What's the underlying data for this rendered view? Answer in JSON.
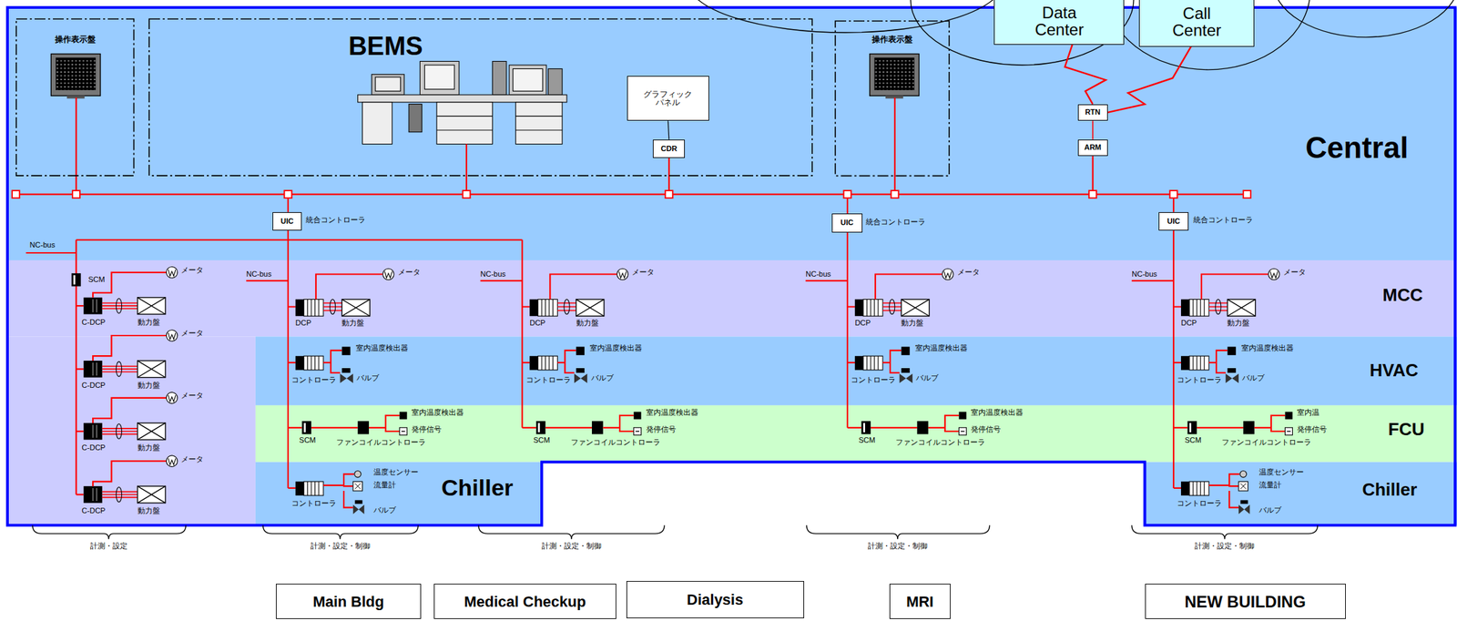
{
  "diagram": {
    "nodes": [
      {
        "text": [
          "Central"
        ]
      },
      {
        "text": [
          "MCC"
        ]
      },
      {
        "text": [
          "HVAC"
        ]
      },
      {
        "text": [
          "FCU"
        ]
      },
      {
        "text": [
          "Chiller"
        ]
      },
      {
        "text": [
          "Chiller"
        ]
      },
      {
        "text": [
          "操作表示盤"
        ],
        "in": 0
      },
      {
        "text": [
          "BEMS"
        ],
        "in": 0
      },
      {
        "text": [
          "グラフィック パネル"
        ],
        "in": 7
      },
      {
        "text": [
          "CDR"
        ],
        "in": 7
      },
      {
        "text": [
          "操作表示盤"
        ],
        "in": 0
      },
      {
        "text": [
          "RTN"
        ],
        "in": 0
      },
      {
        "text": [
          "ARM"
        ],
        "in": 0
      },
      {
        "text": [
          "Data Center"
        ]
      },
      {
        "text": [
          "Call Center"
        ]
      },
      {
        "text": [
          "UIC"
        ],
        "in": 0
      },
      {
        "text": [
          "UIC"
        ],
        "in": 0
      },
      {
        "text": [
          "UIC"
        ],
        "in": 0
      },
      {
        "text": [
          "Main Bldg"
        ]
      },
      {
        "text": [
          "Medical Checkup"
        ]
      },
      {
        "text": [
          "Dialysis"
        ]
      },
      {
        "text": [
          "MRI"
        ]
      },
      {
        "text": [
          "NEW BUILDING"
        ]
      }
    ],
    "edges": [
      {
        "from": 8,
        "to": 9,
        "arrow": "none"
      },
      {
        "from": 11,
        "to": 12,
        "arrow": "none"
      },
      {
        "from": 13,
        "to": 11,
        "arrow": "none"
      },
      {
        "from": 14,
        "to": 11,
        "arrow": "none"
      }
    ],
    "labels": [
      "統合コントローラ",
      "統合コントローラ",
      "統合コントローラ",
      "NC-bus",
      "NC-bus",
      "NC-bus",
      "NC-bus",
      "NC-bus",
      "SCM",
      "メータ",
      "C-DCP",
      "動力盤",
      "メータ",
      "C-DCP",
      "動力盤",
      "メータ",
      "C-DCP",
      "動力盤",
      "メータ",
      "C-DCP",
      "動力盤",
      "メータ",
      "DCP",
      "動力盤",
      "室内温度検出器",
      "コントローラ",
      "バルブ",
      "室内温度検出器",
      "発停信号",
      "SCM",
      "ファンコイルコントローラ",
      "温度センサー",
      "流量計",
      "コントローラ",
      "バルブ",
      "メータ",
      "DCP",
      "動力盤",
      "室内温度検出器",
      "コントローラ",
      "バルブ",
      "室内温度検出器",
      "発停信号",
      "SCM",
      "ファンコイルコントローラ",
      "メータ",
      "DCP",
      "動力盤",
      "室内温度検出器",
      "コントローラ",
      "バルブ",
      "室内温度検出器",
      "発停信号",
      "SCM",
      "ファンコイルコントローラ",
      "メータ",
      "DCP",
      "動力盤",
      "室内温度検出器",
      "コントローラ",
      "バルブ",
      "室内温",
      "発停信号",
      "SCM",
      "ファンコイルコントローラ",
      "温度センサー",
      "流量計",
      "コントローラ",
      "バルブ",
      "計測・設定",
      "計測・設定・制御",
      "計測・設定・制御",
      "計測・設定・制御",
      "計測・設定・制御"
    ]
  }
}
